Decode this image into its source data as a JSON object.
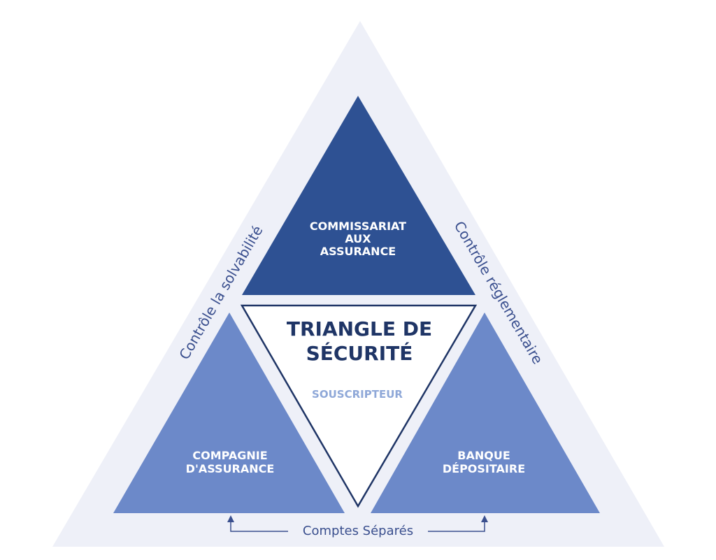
{
  "diagram": {
    "top_triangle": {
      "line1": "COMMISSARIAT",
      "line2": "AUX",
      "line3": "ASSURANCE"
    },
    "left_triangle": {
      "line1": "COMPAGNIE",
      "line2": "D'ASSURANCE"
    },
    "right_triangle": {
      "line1": "BANQUE",
      "line2": "DÉPOSITAIRE"
    },
    "center_triangle": {
      "title_line1": "TRIANGLE DE",
      "title_line2": "SÉCURITÉ",
      "subtitle": "SOUSCRIPTEUR"
    },
    "left_side_label": "Contrôle la solvabilité",
    "right_side_label": "Contrôle réglementaire",
    "bottom_label": "Comptes Séparés"
  },
  "colors": {
    "outer_triangle": "#eef0f8",
    "top_triangle": "#2e5193",
    "side_triangles": "#6c89c9",
    "center_border": "#1f3566",
    "arrow": "#3a4f8e"
  }
}
